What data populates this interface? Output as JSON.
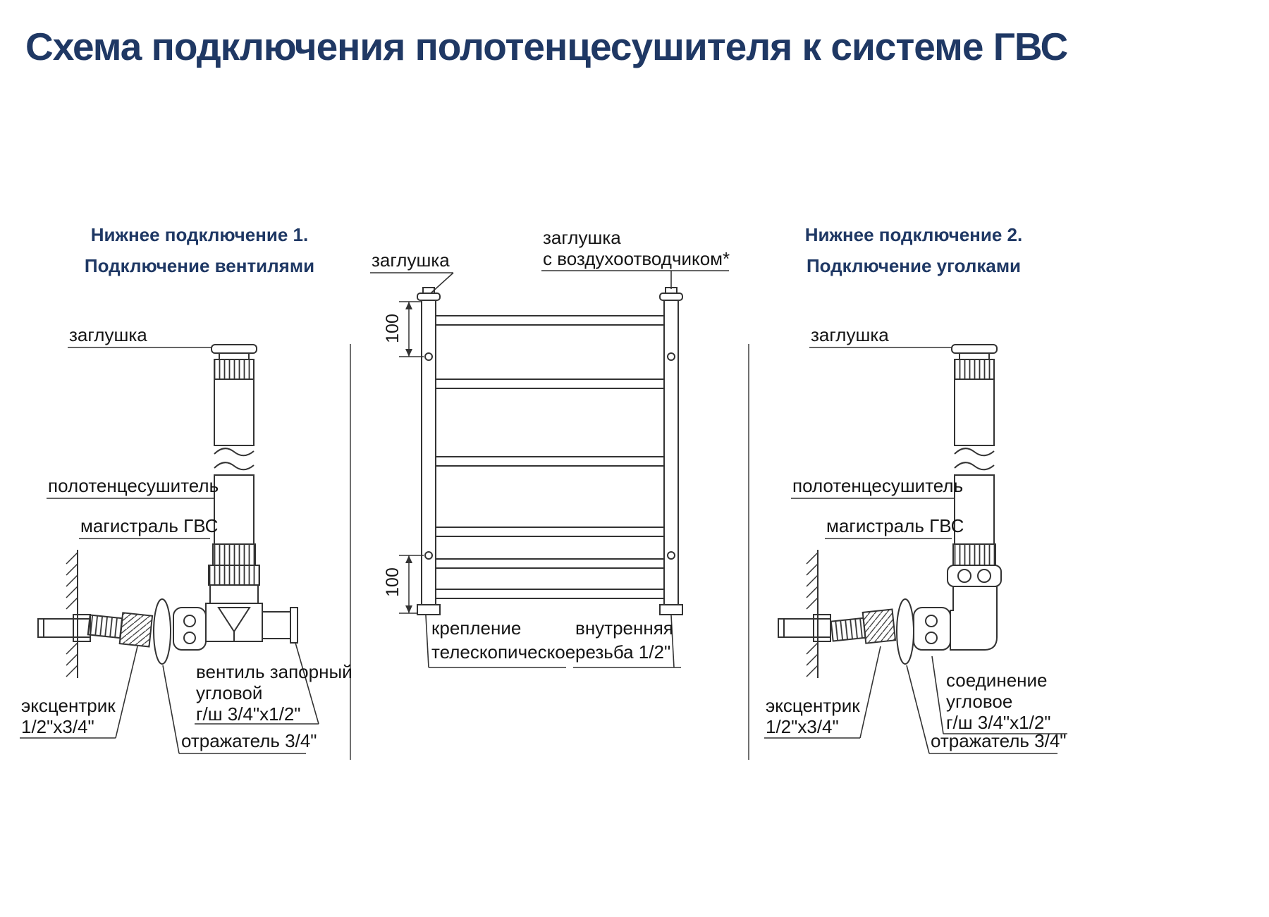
{
  "title": "Схема подключения полотенцесушителя к системе ГВС",
  "colors": {
    "title": "#1f3864",
    "heading": "#1f3864",
    "line": "#333333",
    "text": "#151515"
  },
  "sections": {
    "left": {
      "heading1": "Нижнее подключение 1.",
      "heading2": "Подключение вентилями",
      "cap": "заглушка",
      "towel_dryer": "полотенцесушитель",
      "hws_main": "магистраль ГВС",
      "valve_line1": "вентиль запорный",
      "valve_line2": "угловой",
      "valve_line3": "г/ш 3/4\"х1/2\"",
      "eccentric_line1": "эксцентрик",
      "eccentric_line2": "1/2\"х3/4\"",
      "reflector": "отражатель 3/4\""
    },
    "middle": {
      "cap_left": "заглушка",
      "cap_right_line1": "заглушка",
      "cap_right_line2": "с воздухоотводчиком*",
      "dim_top": "100",
      "dim_bottom": "100",
      "mount_line1": "крепление",
      "mount_line2": "телескопическое",
      "thread_line1": "внутренняя",
      "thread_line2": "резьба 1/2\""
    },
    "right": {
      "heading1": "Нижнее подключение 2.",
      "heading2": "Подключение уголками",
      "cap": "заглушка",
      "towel_dryer": "полотенцесушитель",
      "hws_main": "магистраль ГВС",
      "corner_line1": "соединение",
      "corner_line2": "угловое",
      "corner_line3": "г/ш 3/4\"х1/2\"",
      "eccentric_line1": "эксцентрик",
      "eccentric_line2": "1/2\"х3/4\"",
      "reflector": "отражатель 3/4\""
    }
  }
}
